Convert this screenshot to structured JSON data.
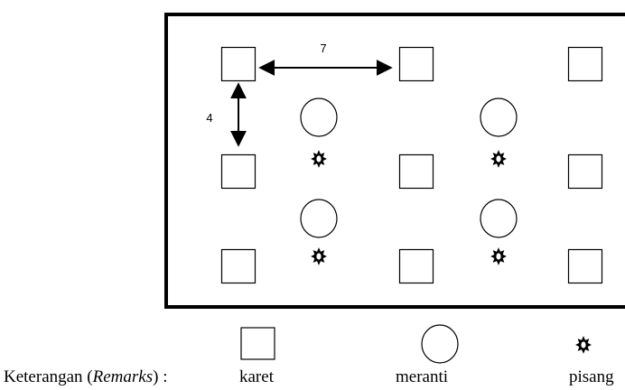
{
  "plot": {
    "rows": [
      {
        "karet": true,
        "meranti_pisang": true
      },
      {
        "karet": true,
        "meranti_pisang": true
      },
      {
        "karet": true
      }
    ],
    "columns": 3
  },
  "dimensions": {
    "horizontal_spacing": "7",
    "vertical_spacing": "4"
  },
  "legend": {
    "title_prefix": "Keterangan (",
    "title_italic": "Remarks",
    "title_suffix": ") :",
    "items": [
      {
        "symbol": "square",
        "label": "karet"
      },
      {
        "symbol": "circle",
        "label": "meranti"
      },
      {
        "symbol": "star",
        "label": "pisang"
      }
    ]
  }
}
